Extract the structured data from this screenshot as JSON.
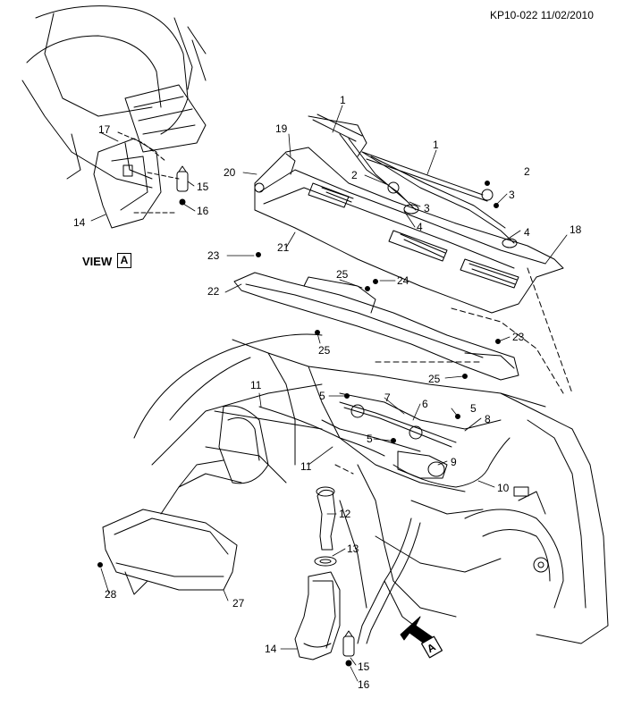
{
  "header": {
    "doc_id": "KP10-022 11/02/2010"
  },
  "view": {
    "label": "VIEW",
    "letter": "A"
  },
  "arrow_marker": {
    "letter": "A"
  },
  "callouts": {
    "c1a": "1",
    "c1b": "1",
    "c2a": "2",
    "c2b": "2",
    "c3a": "3",
    "c3b": "3",
    "c4a": "4",
    "c4b": "4",
    "c5a": "5",
    "c5b": "5",
    "c5c": "5",
    "c6": "6",
    "c7": "7",
    "c8": "8",
    "c9": "9",
    "c10": "10",
    "c11a": "11",
    "c11b": "11",
    "c12": "12",
    "c13": "13",
    "c14a": "14",
    "c14b": "14",
    "c15a": "15",
    "c15b": "15",
    "c16a": "16",
    "c16b": "16",
    "c17": "17",
    "c18": "18",
    "c19": "19",
    "c20": "20",
    "c21": "21",
    "c22": "22",
    "c23a": "23",
    "c23b": "23",
    "c24": "24",
    "c25a": "25",
    "c25b": "25",
    "c25c": "25",
    "c27": "27",
    "c28": "28"
  }
}
